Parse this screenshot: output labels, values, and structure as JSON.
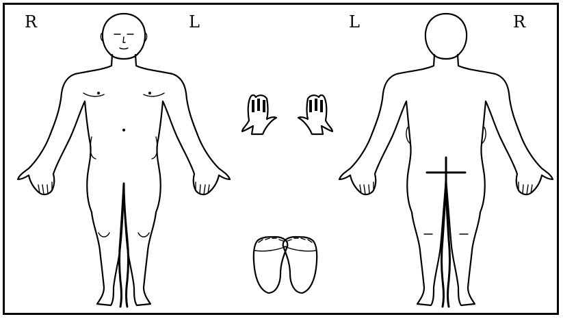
{
  "diagram": {
    "orientation_labels": {
      "front_right": "R",
      "front_left": "L",
      "back_left": "L",
      "back_right": "R"
    },
    "figures": [
      "front-body",
      "back-body",
      "palms",
      "soles"
    ],
    "colors": {
      "ink": "#000000",
      "background": "#ffffff"
    }
  }
}
